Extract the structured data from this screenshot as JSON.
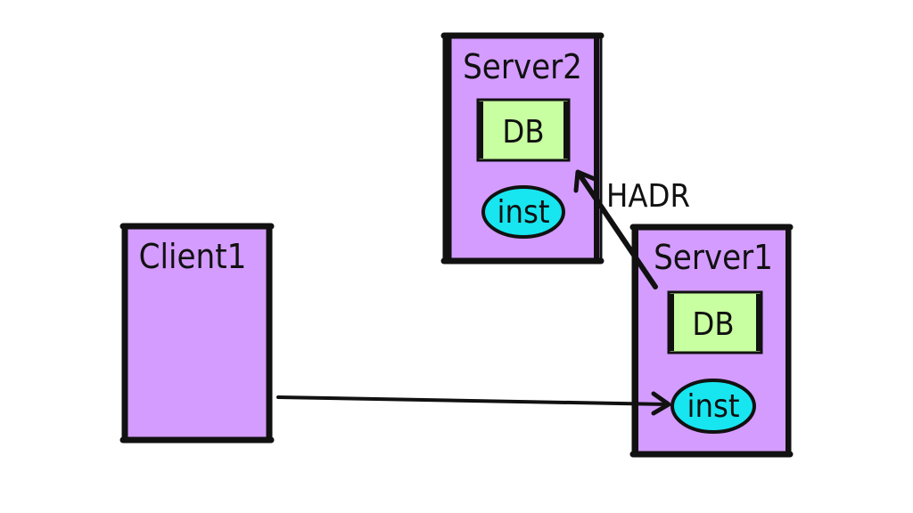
{
  "nodes": {
    "server2": {
      "title": "Server2",
      "db_label": "DB",
      "inst_label": "inst"
    },
    "server1": {
      "title": "Server1",
      "db_label": "DB",
      "inst_label": "inst"
    },
    "client1": {
      "title": "Client1"
    }
  },
  "edges": {
    "hadr": {
      "label": "HADR"
    }
  },
  "colors": {
    "box": "#d59cff",
    "db": "#c8ffa0",
    "inst": "#17e6f0",
    "outline": "#111111"
  }
}
